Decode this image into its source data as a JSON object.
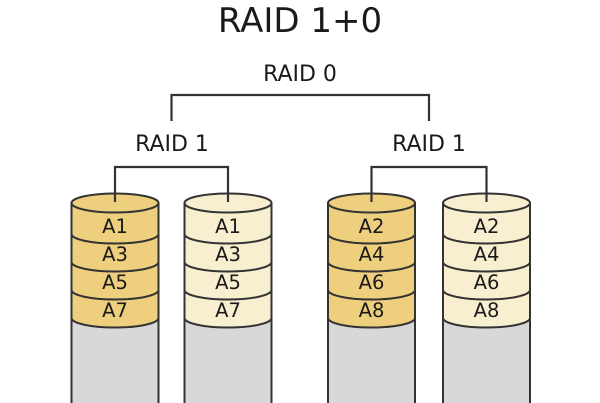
{
  "title": "RAID 1+0",
  "raid0_label": "RAID 0",
  "groups": [
    {
      "label": "RAID 1",
      "disks": [
        {
          "color": "gold",
          "blocks": [
            "A1",
            "A3",
            "A5",
            "A7"
          ]
        },
        {
          "color": "cream",
          "blocks": [
            "A1",
            "A3",
            "A5",
            "A7"
          ]
        }
      ]
    },
    {
      "label": "RAID 1",
      "disks": [
        {
          "color": "gold",
          "blocks": [
            "A2",
            "A4",
            "A6",
            "A8"
          ]
        },
        {
          "color": "cream",
          "blocks": [
            "A2",
            "A4",
            "A6",
            "A8"
          ]
        }
      ]
    }
  ],
  "colors": {
    "gold": "#EDCF7D",
    "cream": "#F8EFD1",
    "base_grey": "#D8D8D8",
    "outline": "#333333",
    "text": "#1A1A1A",
    "background": "#FFFFFF"
  }
}
